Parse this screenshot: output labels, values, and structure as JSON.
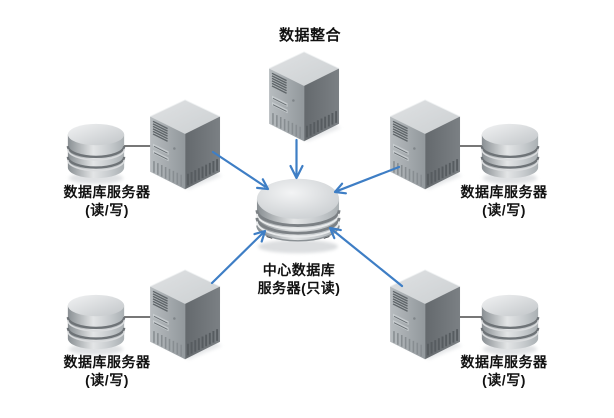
{
  "nodes": {
    "integration": {
      "label": "数据整合"
    },
    "center": {
      "line1": "中心数据库",
      "line2": "服务器(只读)"
    },
    "top_left": {
      "line1": "数据库服务器",
      "line2": "(读/写)"
    },
    "top_right": {
      "line1": "数据库服务器",
      "line2": "(读/写)"
    },
    "bottom_left": {
      "line1": "数据库服务器",
      "line2": "(读/写)"
    },
    "bottom_right": {
      "line1": "数据库服务器",
      "line2": "(读/写)"
    }
  },
  "icons": {
    "server": "server-tower-icon",
    "database": "database-cylinder-icon",
    "central_stack": "disk-stack-icon"
  },
  "colors": {
    "arrow": "#3e7ec5",
    "connector": "#4a4a4a",
    "text": "#111111",
    "background": "#ffffff"
  }
}
